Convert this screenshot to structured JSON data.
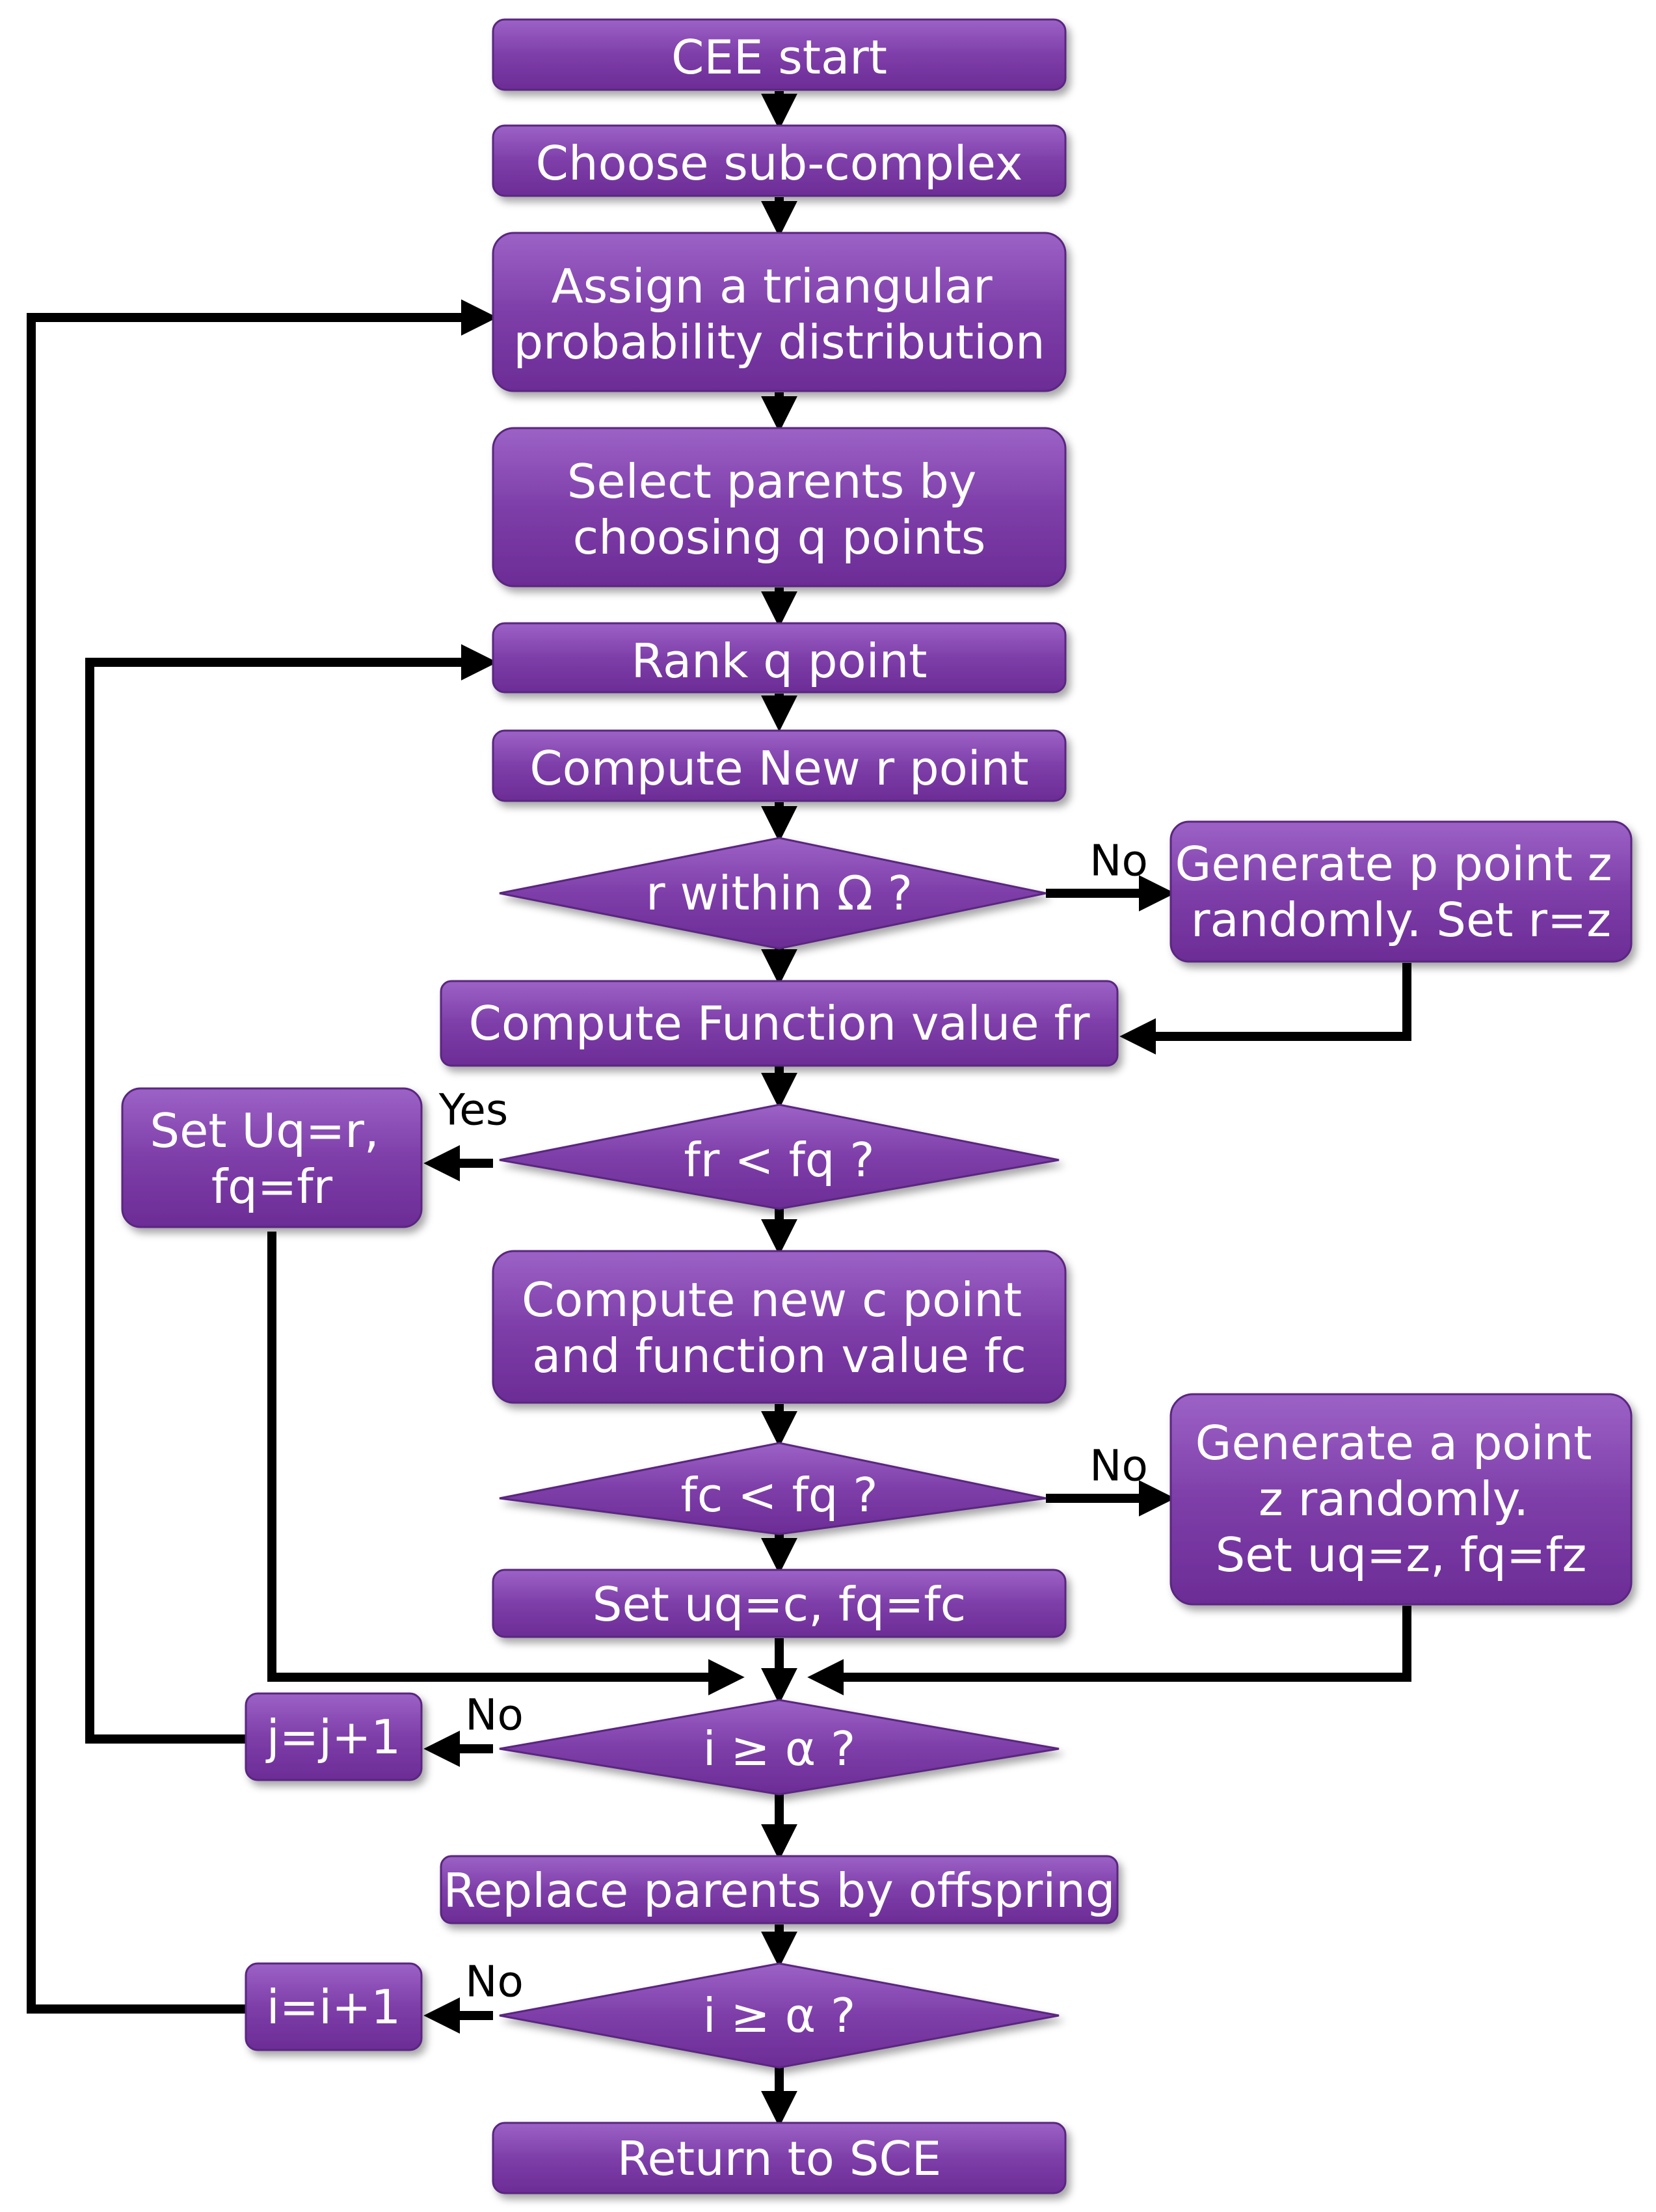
{
  "nodes": {
    "cee_start": {
      "lines": [
        "CEE start"
      ]
    },
    "choose_sub_complex": {
      "lines": [
        "Choose sub-complex"
      ]
    },
    "assign_triangular": {
      "lines": [
        "Assign a triangular",
        "probability distribution"
      ]
    },
    "select_parents": {
      "lines": [
        "Select parents by",
        "choosing q points"
      ]
    },
    "rank_q_point": {
      "lines": [
        "Rank q point"
      ]
    },
    "compute_new_r": {
      "lines": [
        "Compute New r point"
      ]
    },
    "r_within_omega": {
      "lines": [
        "r within Ω ?"
      ]
    },
    "generate_p_point": {
      "lines": [
        "Generate p point z",
        "randomly. Set r=z"
      ]
    },
    "compute_function_value": {
      "lines": [
        "Compute Function value fr"
      ]
    },
    "fr_lt_fq": {
      "lines": [
        "fr < fq ?"
      ]
    },
    "set_uq_r": {
      "lines": [
        "Set Uq=r,",
        "fq=fr"
      ]
    },
    "compute_new_c": {
      "lines": [
        "Compute new c point",
        "and function value fc"
      ]
    },
    "fc_lt_fq": {
      "lines": [
        "fc < fq ?"
      ]
    },
    "generate_a_point": {
      "lines": [
        "Generate a point",
        "z randomly.",
        "Set uq=z, fq=fz"
      ]
    },
    "set_uq_c": {
      "lines": [
        "Set uq=c, fq=fc"
      ]
    },
    "i_ge_alpha_1": {
      "lines": [
        "i ≥ α ?"
      ]
    },
    "j_increment": {
      "lines": [
        "j=j+1"
      ]
    },
    "replace_parents": {
      "lines": [
        "Replace parents by offspring"
      ]
    },
    "i_ge_alpha_2": {
      "lines": [
        "i ≥ α ?"
      ]
    },
    "i_increment": {
      "lines": [
        "i=i+1"
      ]
    },
    "return_to_sce": {
      "lines": [
        "Return to SCE"
      ]
    }
  },
  "edge_labels": {
    "r_within_no": "No",
    "fr_yes": "Yes",
    "fc_no": "No",
    "i_alpha_1_no": "No",
    "i_alpha_2_no": "No"
  },
  "colors": {
    "node_fill_top": "#9a5fc2",
    "node_fill_bottom": "#6f2f99",
    "node_stroke": "#5a2680",
    "text": "#ffffff",
    "arrow": "#000000"
  }
}
